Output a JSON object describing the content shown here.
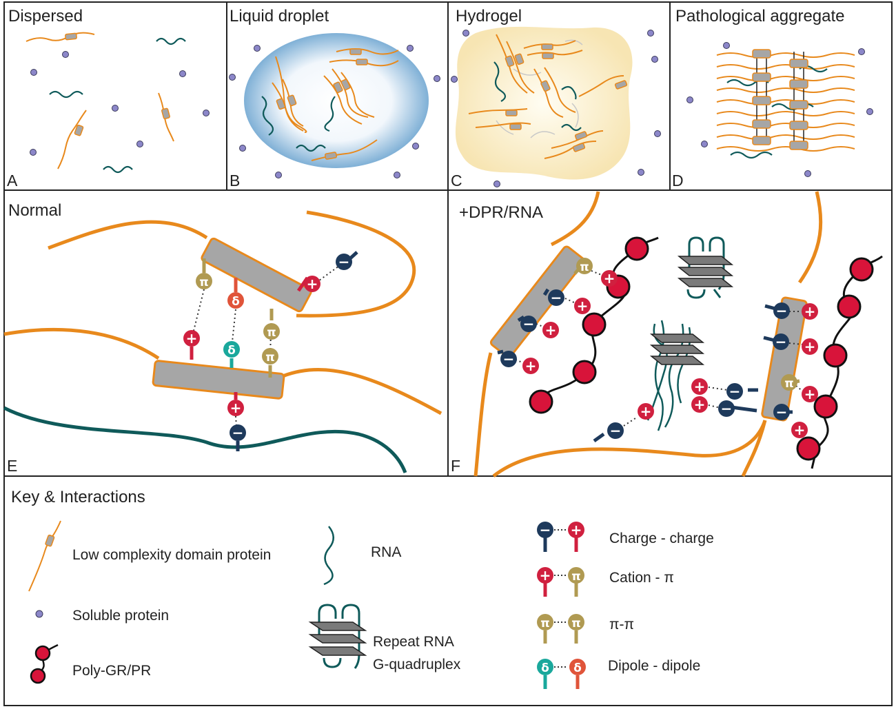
{
  "panels": {
    "a": {
      "title": "Dispersed",
      "letter": "A"
    },
    "b": {
      "title": "Liquid droplet",
      "letter": "B"
    },
    "c": {
      "title": "Hydrogel",
      "letter": "C"
    },
    "d": {
      "title": "Pathological aggregate",
      "letter": "D"
    },
    "e": {
      "title": "Normal",
      "letter": "E"
    },
    "f": {
      "title": "+DPR/RNA",
      "letter": "F"
    }
  },
  "key": {
    "title": "Key & Interactions",
    "lcd_protein": "Low complexity domain protein",
    "soluble_protein": "Soluble protein",
    "poly_gr_pr": "Poly-GR/PR",
    "rna": "RNA",
    "g4_line1": "Repeat RNA",
    "g4_line2": "G-quadruplex",
    "charge_charge": "Charge - charge",
    "cation_pi": "Cation - π",
    "pi_pi": "π-π",
    "dipole_dipole": "Dipole - dipole"
  },
  "symbols": {
    "plus": "+",
    "minus": "−",
    "pi": "π",
    "delta": "δ"
  },
  "colors": {
    "protein_orange": "#e8891c",
    "rna_teal": "#0f5a5a",
    "negative_navy": "#1e3a5c",
    "positive_red": "#d0203f",
    "pi_gold": "#b09a52",
    "dipole_teal": "#1aa89c",
    "dipole_orange": "#e0543a",
    "soluble_purple": "#8c87c9",
    "domain_gray": "#a6a6a6",
    "polygr_red": "#d8143a"
  }
}
